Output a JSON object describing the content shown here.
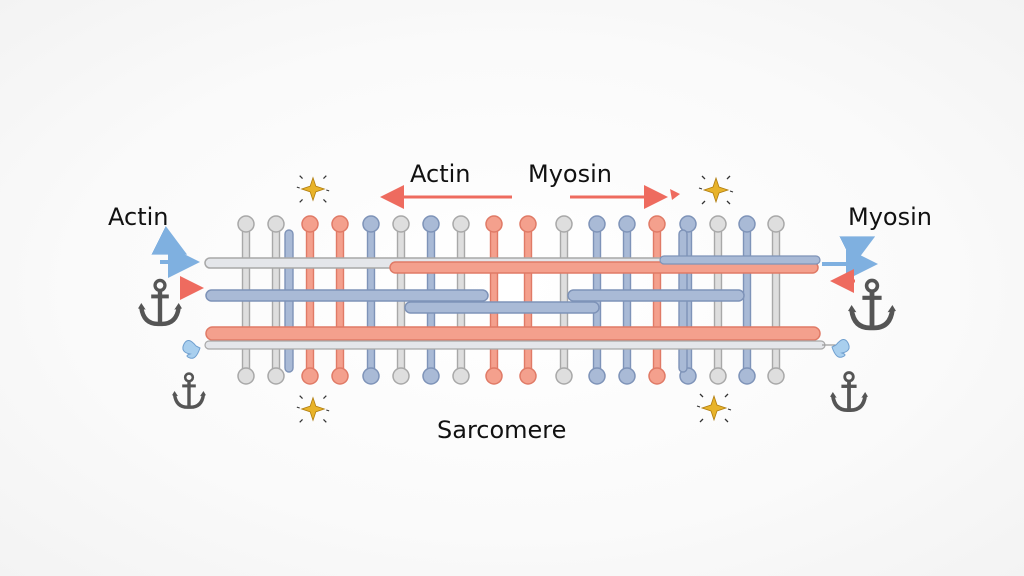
{
  "labels": {
    "top_actin": "Actin",
    "top_myosin": "Myosin",
    "left_actin": "Actin",
    "right_myosin": "Myosin",
    "bottom": "Sarcomere"
  },
  "colors": {
    "pink": "#f4a08d",
    "pink_stroke": "#e07a66",
    "blue": "#a9bad6",
    "blue_stroke": "#7e93b8",
    "gray": "#dedede",
    "gray_stroke": "#a8a8a8",
    "arrow_red": "#ee6b5f",
    "arrow_blue": "#7fb0e0",
    "anchor": "#555555",
    "spark": "#e8b32a"
  },
  "icons": [
    "anchor-icon",
    "spark-icon",
    "arrow-icon"
  ]
}
